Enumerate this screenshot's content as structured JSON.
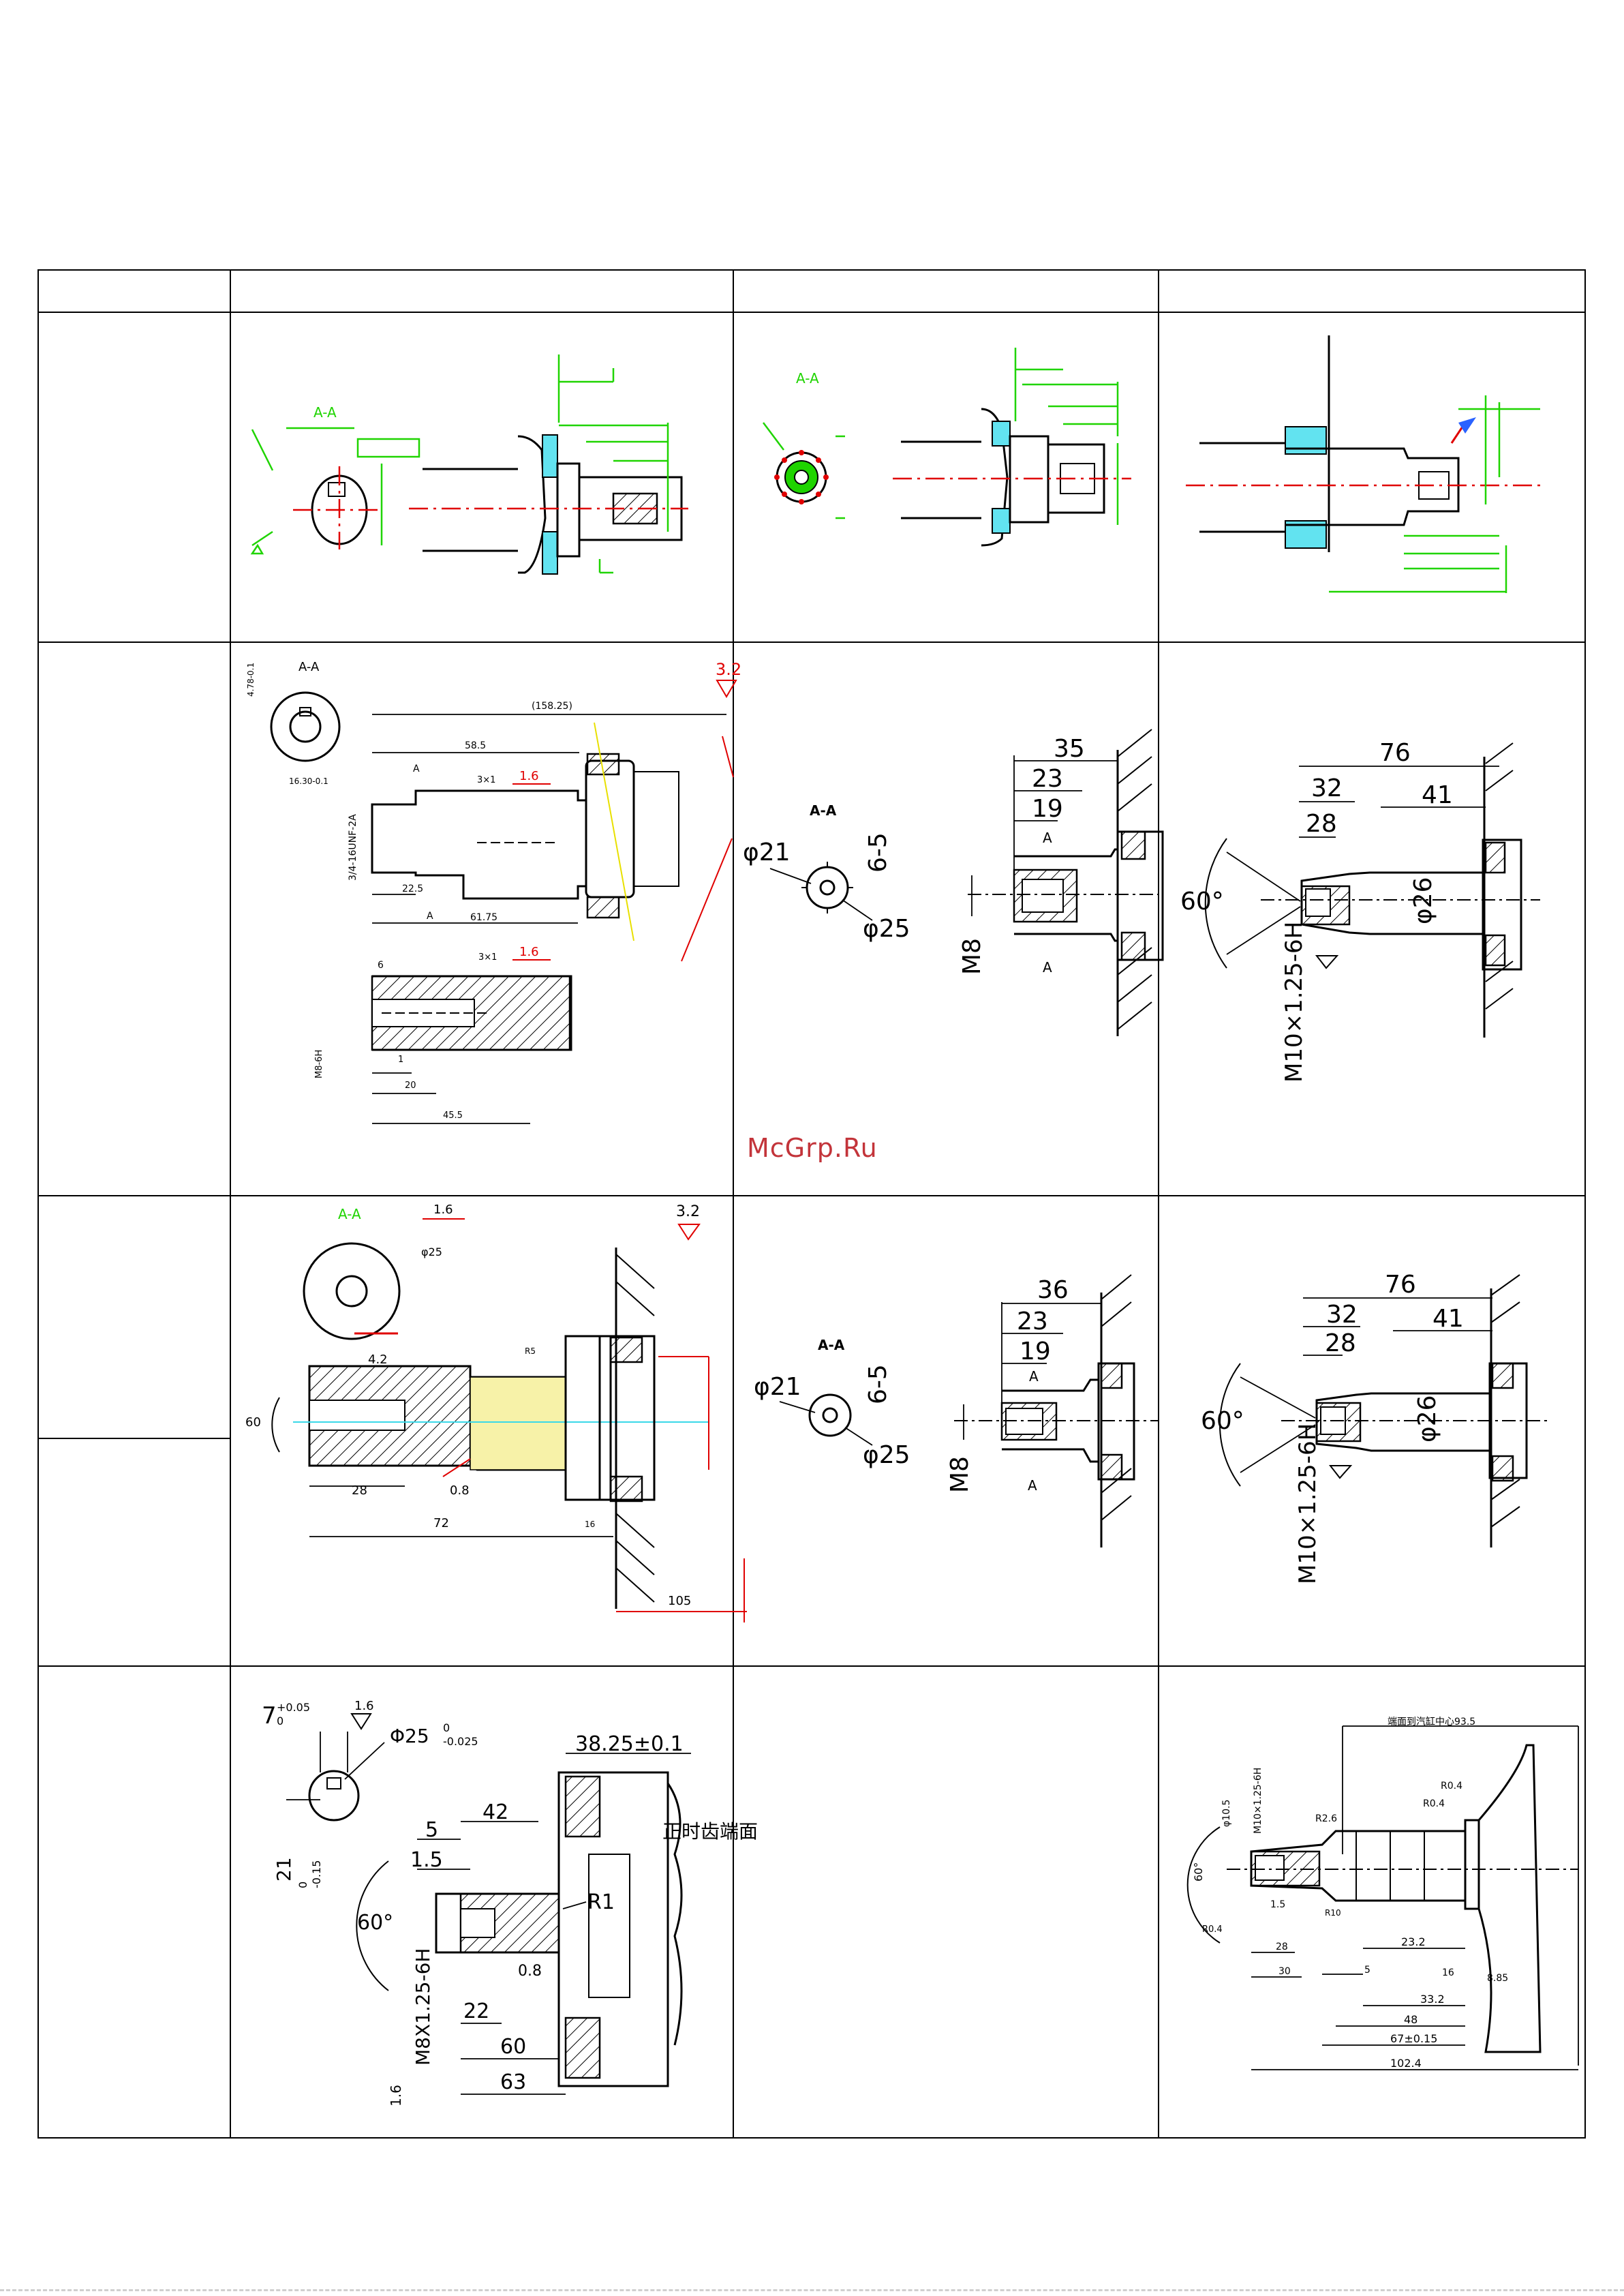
{
  "watermark": "McGrp.Ru",
  "drawings": {
    "r1c2": {
      "section": "A-A"
    },
    "r1c3": {
      "section": "A-A"
    },
    "r2c2": {
      "section": "A-A",
      "labels": [
        "3.2",
        "(158.25)",
        "58.5",
        "1.6",
        "3×1",
        "A",
        "A",
        "3/4-16UNF-2A",
        "22.5",
        "61.75",
        "6",
        "3×1",
        "1.6",
        "M8-6H",
        "1",
        "20",
        "45.5",
        "16.30-0.1",
        "4.78-0.1"
      ]
    },
    "r2c3": {
      "section": "A-A",
      "labels": [
        "φ21",
        "6-5",
        "φ25",
        "35",
        "23",
        "19",
        "A",
        "A",
        "M8"
      ]
    },
    "r2c4": {
      "labels": [
        "76",
        "32",
        "41",
        "28",
        "60°",
        "φ26",
        "M10×1.25-6H"
      ]
    },
    "r3c2": {
      "section": "A-A",
      "labels": [
        "1.6",
        "3.2",
        "φ25",
        "4.2",
        "60",
        "R5",
        "28",
        "0.8",
        "72",
        "16",
        "105"
      ]
    },
    "r3c3": {
      "section": "A-A",
      "labels": [
        "φ21",
        "6-5",
        "φ25",
        "36",
        "23",
        "19",
        "A",
        "A",
        "M8"
      ]
    },
    "r3c4": {
      "labels": [
        "76",
        "32",
        "41",
        "28",
        "60°",
        "φ26",
        "M10×1.25-6H"
      ]
    },
    "r4c2": {
      "labels": [
        "7",
        "+0.05",
        "0",
        "1.6",
        "Φ25",
        "0",
        "-0.025",
        "38.25±0.1",
        "21",
        "0",
        "-0.15",
        "5",
        "42",
        "1.5",
        "正时齿端面",
        "60°",
        "R1",
        "0.8",
        "22",
        "60",
        "63",
        "M8X1.25-6H",
        "1.6"
      ]
    },
    "r4c4": {
      "labels": [
        "端面到汽缸中心93.5",
        "R0.4",
        "R0.4",
        "M10×1.25-6H",
        "φ10.5",
        "60°",
        "R2.6",
        "R0.4",
        "1.5",
        "28",
        "30",
        "5",
        "16",
        "23.2",
        "33.2",
        "48",
        "67±0.15",
        "102.4",
        "8.85",
        "R10"
      ]
    }
  }
}
